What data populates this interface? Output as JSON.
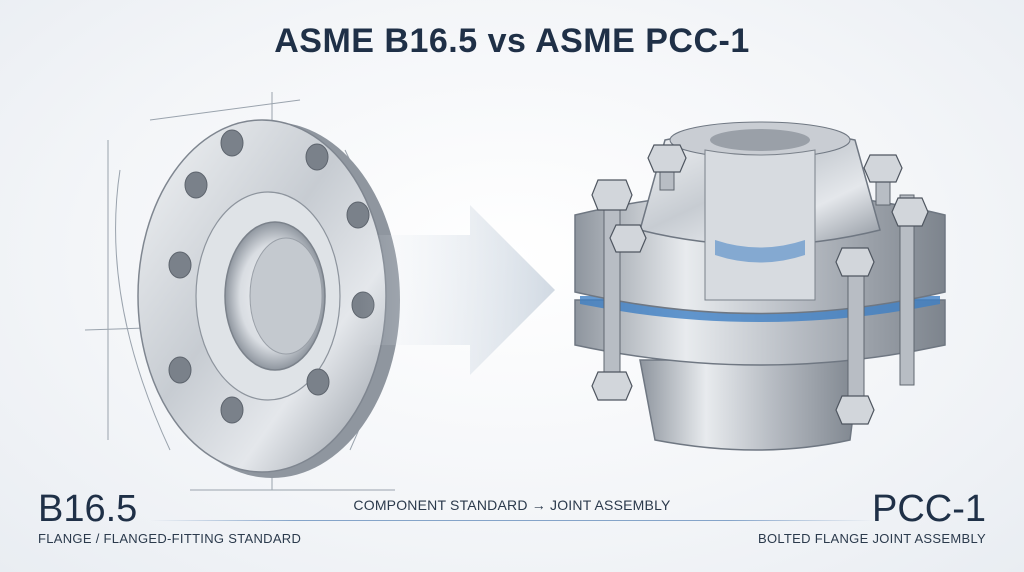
{
  "title": "ASME B16.5 vs ASME PCC-1",
  "left": {
    "code": "B16.5",
    "subtitle": "FLANGE / FLANGED-FITTING STANDARD"
  },
  "right": {
    "code": "PCC-1",
    "subtitle": "BOLTED FLANGE JOINT ASSEMBLY"
  },
  "center_caption": "COMPONENT STANDARD → JOINT ASSEMBLY",
  "colors": {
    "steel_light": "#e6e9ed",
    "steel_mid": "#b9bec6",
    "steel_dark": "#6f7782",
    "accent_blue": "#3f7fc4",
    "title": "#1f3047"
  }
}
